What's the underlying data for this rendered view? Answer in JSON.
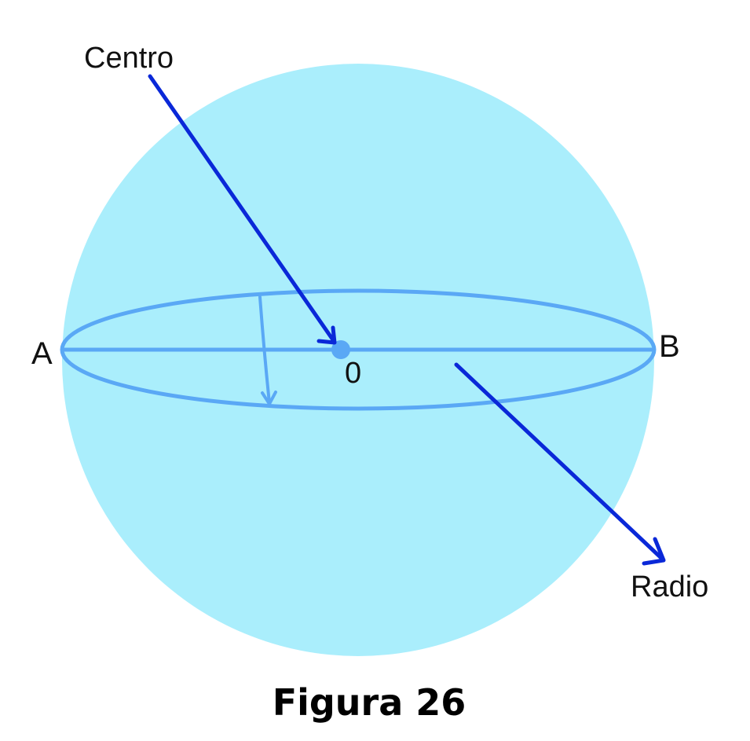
{
  "figure": {
    "caption": "Figura 26",
    "labels": {
      "centro": "Centro",
      "radio": "Radio",
      "point_a": "A",
      "point_b": "B",
      "point_o": "0"
    }
  },
  "colors": {
    "sphere_fill": "#AAEEFC",
    "equator_stroke": "#5AA8F5",
    "center_dot": "#5AA8F5",
    "arrow_stroke": "#0A28D8",
    "text": "#111111"
  }
}
